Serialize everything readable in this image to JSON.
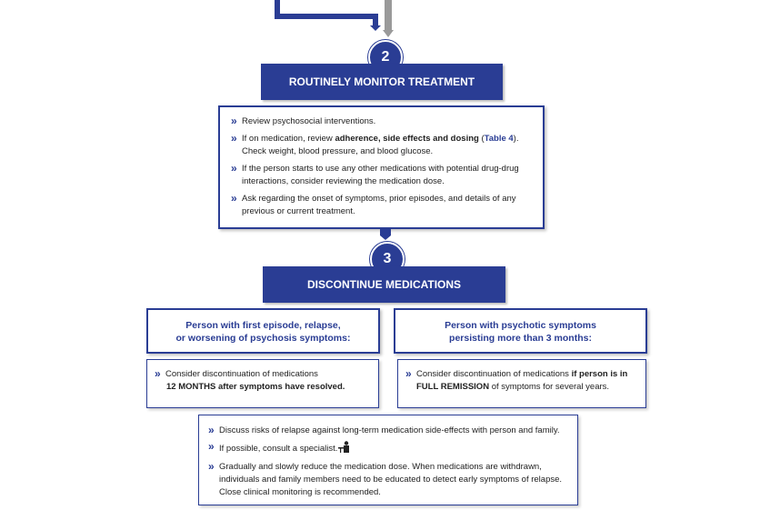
{
  "colors": {
    "primary": "#2a3d94",
    "connector_gray": "#9a9a9a"
  },
  "step2": {
    "number": "2",
    "title": "ROUTINELY MONITOR TREATMENT",
    "bullets": {
      "b1": "Review psychosocial interventions.",
      "b2_pre": "If on medication, review ",
      "b2_bold": "adherence, side effects and dosing",
      "b2_mid": " (",
      "b2_link": "Table 4",
      "b2_post": ").",
      "b2_line2": "Check weight, blood pressure, and blood glucose.",
      "b3": "If the person starts to use any other medications with potential drug-drug interactions, consider reviewing the medication dose.",
      "b4": "Ask regarding the onset of symptoms, prior episodes, and details of any previous or current treatment."
    }
  },
  "step3": {
    "number": "3",
    "title": "DISCONTINUE MEDICATIONS",
    "left": {
      "heading_line1": "Person with first episode, relapse,",
      "heading_line2": "or worsening of psychosis symptoms:",
      "bullet_text": "Consider discontinuation of medications",
      "bullet_bold": "12 MONTHS after symptoms have resolved."
    },
    "right": {
      "heading_line1": "Person with psychotic symptoms",
      "heading_line2": "persisting more than 3 months:",
      "bullet_text": "Consider discontinuation of medications ",
      "bullet_bold1": "if person is in",
      "bullet_bold2": "FULL REMISSION",
      "bullet_text2": " of symptoms for several years."
    },
    "bottom": {
      "b1": "Discuss risks of relapse against long-term medication side-effects with person and family.",
      "b2": "If possible, consult a specialist.",
      "b3": "Gradually  and slowly reduce the medication dose. When medications are withdrawn, individuals and family members need to be educated to detect early symptoms of relapse. Close clinical monitoring is recommended."
    }
  },
  "icons": {
    "bullet": "double-chevron-icon",
    "specialist": "specialist-icon"
  },
  "glyphs": {
    "chevron": "»"
  }
}
